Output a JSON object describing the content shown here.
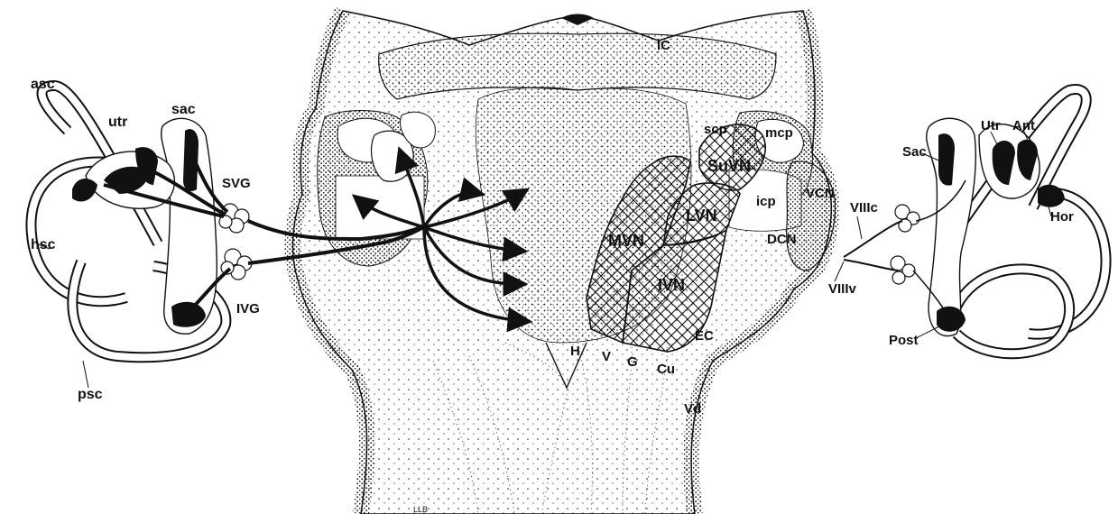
{
  "colors": {
    "ink": "#111111",
    "stipple": "#1a1a1a",
    "paper": "#ffffff"
  },
  "labels": {
    "ic": "IC",
    "scp": "scp",
    "mcp": "mcp",
    "icp": "icp",
    "suvn": "SuVN",
    "lvn": "LVN",
    "mvn": "MVN",
    "ivn": "IVN",
    "vcn": "VCN",
    "dcn": "DCN",
    "ec": "EC",
    "h": "H",
    "v": "V",
    "g": "G",
    "cu": "Cu",
    "vd": "Vd",
    "llb": "LLB"
  },
  "left_ear": {
    "asc": "asc",
    "utr": "utr",
    "sac": "sac",
    "svg": "SVG",
    "ivg": "IVG",
    "hsc": "hsc",
    "psc": "psc"
  },
  "right_ear": {
    "sac": "Sac",
    "utr": "Utr",
    "ant": "Ant",
    "hor": "Hor",
    "post": "Post",
    "viiic": "VIIIc",
    "viiiv": "VIIIv"
  }
}
